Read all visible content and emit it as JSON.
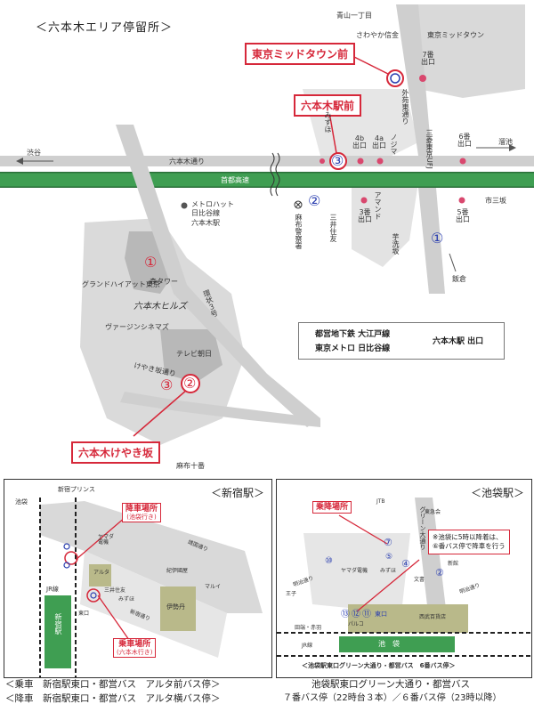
{
  "title": "＜六本木エリア停留所＞",
  "callouts": {
    "midtown": "東京ミッドタウン前",
    "roppongi_eki": "六本木駅前",
    "keyakizaka": "六本木けやき坂"
  },
  "stop_numbers": [
    "①",
    "②",
    "③"
  ],
  "map_labels": {
    "aoyama": "青山一丁目",
    "sawayaka": "さわやか信金",
    "midtown_bldg": "東京ミッドタウン",
    "exit7": "7番\n出口",
    "gaien": "外苑東通り",
    "shibuya": "渋谷",
    "tameike": "溜池",
    "roppongi_dori": "六本木通り",
    "mizuho": "みずほ",
    "exit4b": "4b\n出口",
    "exit4a": "4a\n出口",
    "nojima": "ノジマ",
    "mufg": "三菱東京UFJ",
    "exit6": "6番\n出口",
    "shuto": "首都高速",
    "ichisanzaka": "市三坂",
    "metrohat": "メトロハット\n日比谷線\n六本木駅",
    "azabu": "麻布警察署",
    "mitsui": "三井住友",
    "exit3": "3番\n出口",
    "almond": "アマンド",
    "exit5": "5番\n出口",
    "uni": "芋洗坂",
    "iikura": "飯倉",
    "mori": "森タワー",
    "hyatt": "グランドハイアット東京",
    "hills": "六本木ヒルズ",
    "virgin": "ヴァージンシネマズ",
    "kanjo": "環状３号",
    "tvasahi": "テレビ朝日",
    "keyaki_dori": "けやき坂通り",
    "azabu10": "麻布十番"
  },
  "legend": {
    "line1": "都営地下鉄 大江戸線",
    "line2": "東京メトロ 日比谷線",
    "station": "六本木駅 出口"
  },
  "shinjuku": {
    "title": "＜新宿駅＞",
    "alight_tag": "降車場所",
    "alight_sub": "(池袋行き)",
    "board_tag": "乗車場所",
    "board_sub": "(六本木行き)",
    "labels": {
      "prince": "新宿プリンス",
      "ikebukuro_dir": "池袋",
      "yamada": "ヤマダ\n電機",
      "alta": "アルタ",
      "mitsui": "三井住友",
      "mizuho": "みずほ",
      "isetan": "伊勢丹",
      "jr": "JR線",
      "station": "新宿駅",
      "shinjuku_dori": "新宿通り",
      "yasukuni": "靖国通り",
      "kinokuniya": "紀伊國屋",
      "maruiannex": "マルイ",
      "east_exit": "東口"
    },
    "caption1": "＜乗車　新宿駅東口・都営バス　アルタ前バス停＞",
    "caption2": "＜降車　新宿駅東口・都営バス　アルタ横バス停＞"
  },
  "ikebukuro": {
    "title": "＜池袋駅＞",
    "tag": "乗降場所",
    "note": "※池袋に5時以降着は、\n⑥番バス停で降車を行う",
    "labels": {
      "jtb": "JTB",
      "tobu": "東急会",
      "green": "グリーン大通り",
      "yamada": "ヤマダ電機",
      "mizuho": "みずほ",
      "bunkado": "文書",
      "shinkan": "新館",
      "meiji1": "明治通り",
      "meiji2": "明治通り",
      "oji": "王子",
      "station": "池　袋",
      "east": "東口",
      "parco": "パルコ",
      "seibu": "西武百貨店",
      "tabata": "田端・赤羽",
      "jr": "JR線"
    },
    "stops": [
      "⑦",
      "⑤",
      "⑩",
      "④",
      "②",
      "⑬",
      "⑫",
      "⑪"
    ],
    "route_caption": "＜池袋駅東口グリーン大通り・都営バス　6番バス停＞",
    "caption1": "池袋駅東口グリーン大通り・都営バス",
    "caption2": "７番バス停（22時台３本）／６番バス停（23時以降）"
  },
  "colors": {
    "red": "#d6283a",
    "expressway": "#3f9e52",
    "blue": "#2b3fb0",
    "block": "#d9d9d9",
    "pink": "#d9486e"
  }
}
